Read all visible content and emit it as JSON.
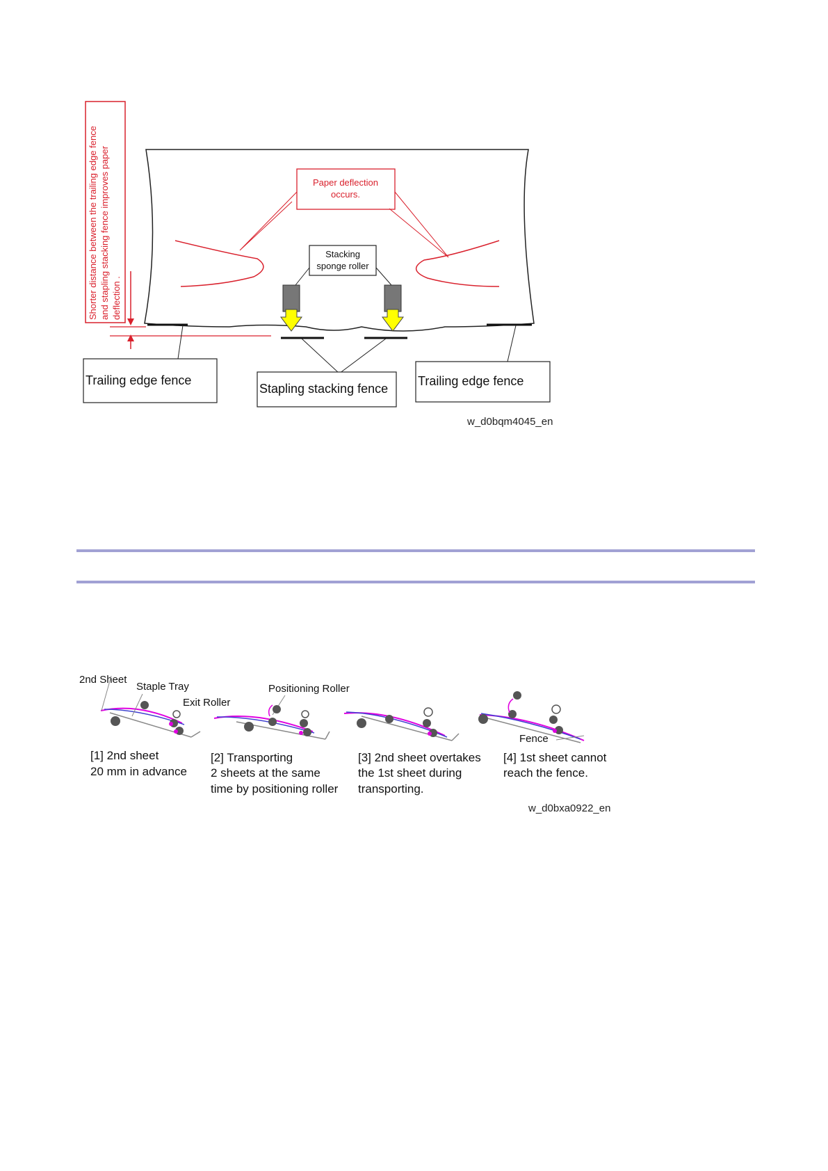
{
  "figure1": {
    "vertical_note": [
      "Shorter distance between the trailing edge fence",
      "and stapling stacking fence improves paper",
      "deflection ."
    ],
    "deflection_label": [
      "Paper deflection",
      "occurs."
    ],
    "sponge_label": [
      "Stacking",
      "sponge roller"
    ],
    "left_fence": "Trailing edge fence",
    "center_fence": "Stapling stacking fence",
    "right_fence": "Trailing edge fence",
    "figure_id": "w_d0bqm4045_en",
    "colors": {
      "red": "#d9202c",
      "arrow": "#ffff00",
      "roller": "#777777"
    }
  },
  "figure2": {
    "labels": {
      "second_sheet": "2nd Sheet",
      "staple_tray": "Staple Tray",
      "exit_roller": "Exit Roller",
      "positioning_roller": "Positioning Roller",
      "fence": "Fence"
    },
    "steps": [
      [
        "[1] 2nd sheet",
        "20 mm in advance"
      ],
      [
        "[2] Transporting",
        "2 sheets at the same",
        "time by positioning roller"
      ],
      [
        "[3] 2nd sheet overtakes",
        "the 1st sheet during",
        "transporting."
      ],
      [
        "[4] 1st sheet cannot",
        "reach the fence."
      ]
    ],
    "figure_id": "w_d0bxa0922_en",
    "colors": {
      "magenta": "#e000e0",
      "blue": "#4040d0"
    }
  }
}
